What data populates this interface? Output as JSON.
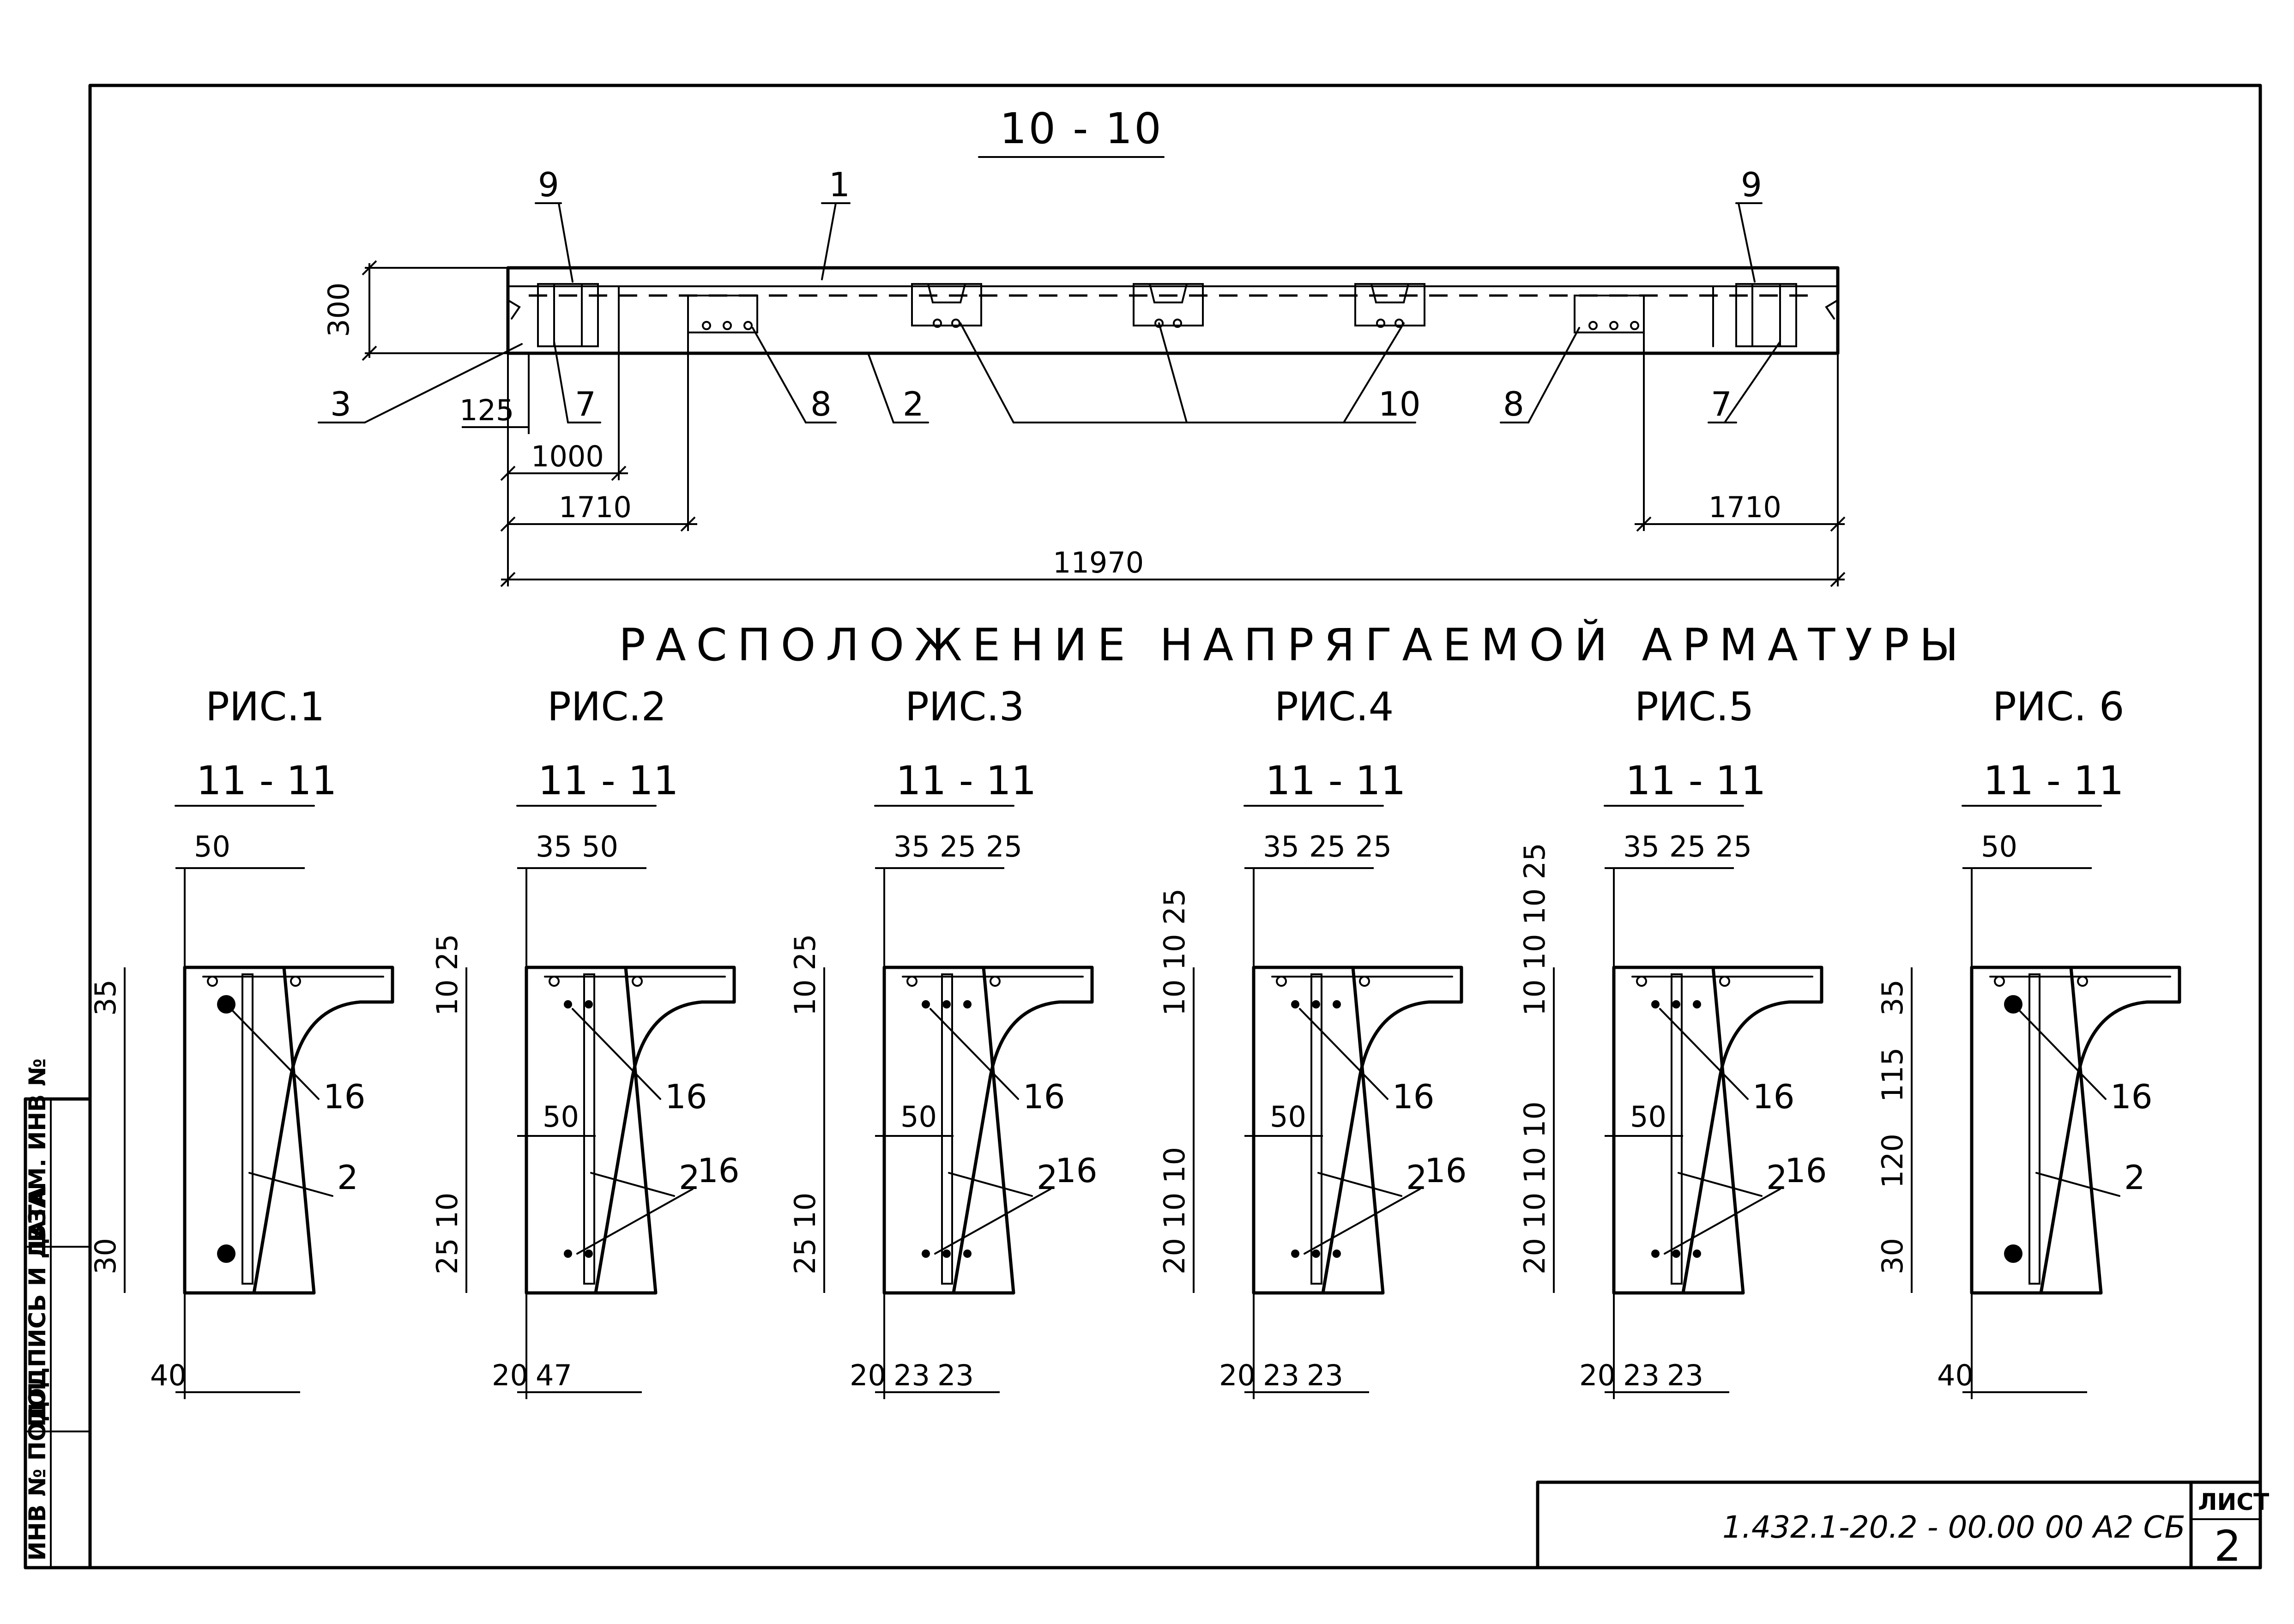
{
  "elevation": {
    "section_title": "10 - 10",
    "callouts": {
      "c1": "1",
      "c9_left": "9",
      "c9_right": "9",
      "c3": "3",
      "c7_left": "7",
      "c8_left": "8",
      "c2": "2",
      "c10": "10",
      "c8_right": "8",
      "c7_right": "7"
    },
    "dims": {
      "height": "300",
      "d125": "125",
      "d1000": "1000",
      "d1710_left": "1710",
      "d1710_right": "1710",
      "total": "11970"
    }
  },
  "heading": "РАСПОЛОЖЕНИЕ НАПРЯГАЕМОЙ АРМАТУРЫ",
  "figures": [
    {
      "title": "РИС.1",
      "section": "11 - 11",
      "top": [
        "50"
      ],
      "left": [
        "35",
        "30"
      ],
      "mid": "",
      "bottom": [
        "40"
      ],
      "bars": "16",
      "stirrup": "2"
    },
    {
      "title": "РИС.2",
      "section": "11 - 11",
      "top": [
        "35",
        "50"
      ],
      "left": [
        "10 25",
        "25 10"
      ],
      "mid": "50",
      "bottom": [
        "20",
        "47"
      ],
      "bars": "16",
      "bars2": "16",
      "stirrup": "2"
    },
    {
      "title": "РИС.3",
      "section": "11 - 11",
      "top": [
        "35",
        "25",
        "25"
      ],
      "left": [
        "10 25",
        "25 10"
      ],
      "mid": "50",
      "bottom": [
        "20",
        "23",
        "23"
      ],
      "bars": "16",
      "bars2": "16",
      "stirrup": "2"
    },
    {
      "title": "РИС.4",
      "section": "11 - 11",
      "top": [
        "35",
        "25",
        "25"
      ],
      "left": [
        "10 10 25",
        "20 10 10"
      ],
      "mid": "50",
      "bottom": [
        "20",
        "23",
        "23"
      ],
      "bars": "16",
      "bars2": "16",
      "stirrup": "2"
    },
    {
      "title": "РИС.5",
      "section": "11 - 11",
      "top": [
        "35",
        "25",
        "25"
      ],
      "left": [
        "10 10 10 25",
        "20 10 10 10"
      ],
      "mid": "50",
      "bottom": [
        "20",
        "23",
        "23"
      ],
      "bars": "16",
      "bars2": "16",
      "stirrup": "2"
    },
    {
      "title": "РИС. 6",
      "section": "11 - 11",
      "top": [
        "50"
      ],
      "left": [
        "35",
        "115",
        "120",
        "30"
      ],
      "mid": "",
      "bottom": [
        "40"
      ],
      "bars": "16",
      "stirrup": "2"
    }
  ],
  "side_stamp": {
    "col1": "ИНВ № ПОДЛ",
    "col2": "ПОДПИСЬ И ДАТА",
    "col3": "ВЗАМ. ИНВ №"
  },
  "title_block": {
    "code": "1.432.1-20.2 - 00.00 00 А2 СБ",
    "sheet_label": "ЛИСТ",
    "sheet_number": "2"
  }
}
